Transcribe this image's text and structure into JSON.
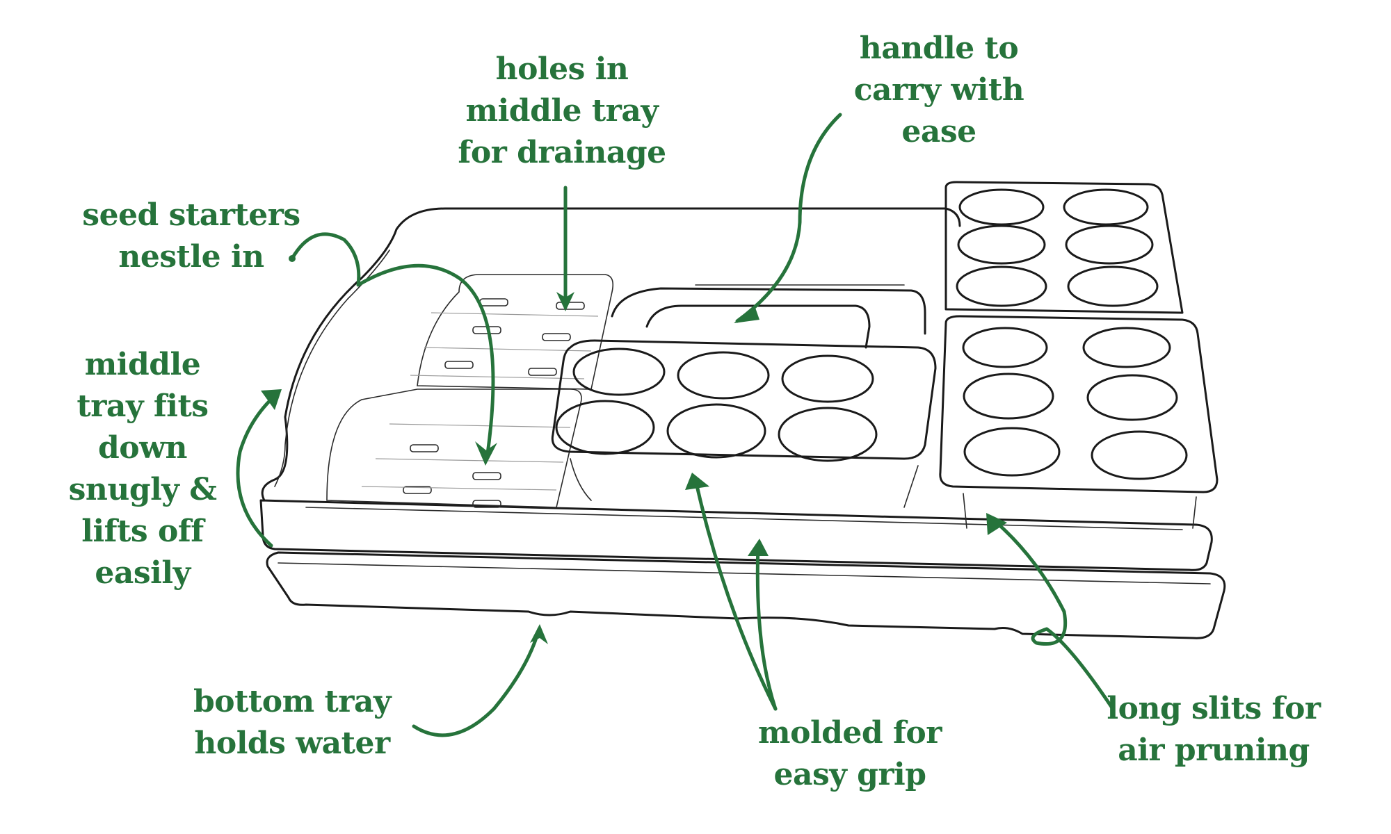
{
  "diagram": {
    "accent_color": "#26733b",
    "sketch_color": "#1a1a1a",
    "callouts": [
      {
        "id": "drainage-holes",
        "lines": [
          "holes in",
          "middle tray",
          "for drainage"
        ]
      },
      {
        "id": "handle",
        "lines": [
          "handle to",
          "carry with",
          "ease"
        ]
      },
      {
        "id": "seed-starters",
        "lines": [
          "seed starters",
          "nestle in"
        ]
      },
      {
        "id": "middle-tray",
        "lines": [
          "middle",
          "tray fits",
          "down",
          "snugly &",
          "lifts off",
          "easily"
        ]
      },
      {
        "id": "bottom-tray",
        "lines": [
          "bottom tray",
          "holds water"
        ]
      },
      {
        "id": "molded-grip",
        "lines": [
          "molded for",
          "easy grip"
        ]
      },
      {
        "id": "air-pruning",
        "lines": [
          "long slits for",
          "air pruning"
        ]
      }
    ],
    "seed_starter_cells_per_pack": 6
  }
}
